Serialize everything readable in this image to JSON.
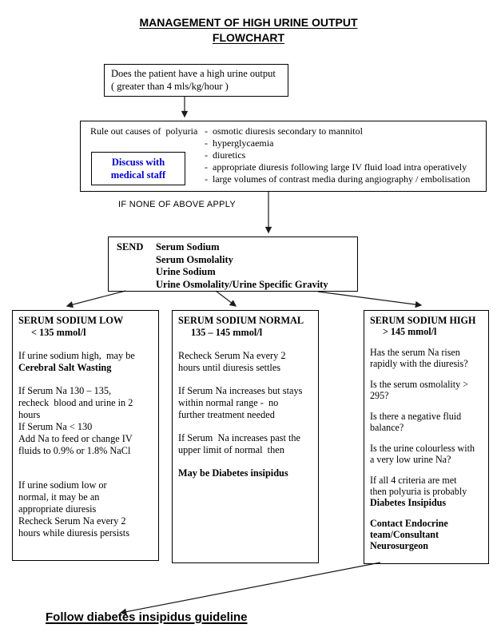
{
  "title": {
    "line1": "MANAGEMENT OF HIGH URINE OUTPUT",
    "line2": "FLOWCHART"
  },
  "question_box": {
    "line1": "Does the patient have a high urine output",
    "line2": "( greater than 4 mls/kg/hour )"
  },
  "rule_out_box": {
    "label": "Rule out causes of  polyuria",
    "causes": [
      "-  osmotic diuresis secondary to mannitol",
      "-  hyperglycaemia",
      "-  diuretics",
      "-  appropriate diuresis following large IV fluid load intra operatively",
      "-  large volumes of contrast media during angiography / embolisation"
    ],
    "discuss_box": {
      "line1": "Discuss with",
      "line2": "medical staff"
    }
  },
  "if_none_label": "IF NONE OF ABOVE APPLY",
  "send_box": {
    "label": "SEND",
    "tests": [
      "Serum Sodium",
      "Serum Osmolality",
      "Urine Sodium",
      "Urine Osmolality/Urine Specific Gravity"
    ]
  },
  "columns": {
    "low": {
      "title": "SERUM SODIUM LOW",
      "subtitle": "< 135 mmol/l",
      "lines": [
        {
          "t": "If urine sodium high,  may be"
        },
        {
          "t": "Cerebral Salt Wasting",
          "b": 1
        },
        {
          "t": "If Serum Na 130 – 135,",
          "gap": 1
        },
        {
          "t": "recheck  blood and urine in 2"
        },
        {
          "t": "hours"
        },
        {
          "t": "If Serum Na < 130"
        },
        {
          "t": "Add Na to feed or change IV"
        },
        {
          "t": "fluids to 0.9% or 1.8% NaCl"
        },
        {
          "t": "If urine sodium low or",
          "gap": 2
        },
        {
          "t": "normal, it may be an"
        },
        {
          "t": "appropriate diuresis"
        },
        {
          "t": "Recheck Serum Na every 2"
        },
        {
          "t": "hours while diuresis persists"
        }
      ]
    },
    "normal": {
      "title": "SERUM SODIUM NORMAL",
      "subtitle": "135 – 145 mmol/l",
      "lines": [
        {
          "t": "Recheck Serum Na every 2"
        },
        {
          "t": "hours until diuresis settles"
        },
        {
          "t": "If Serum Na increases but stays",
          "gap": 1
        },
        {
          "t": "within normal range -  no"
        },
        {
          "t": "further treatment needed"
        },
        {
          "t": "If Serum  Na increases past the",
          "gap": 1
        },
        {
          "t": "upper limit of normal  then"
        },
        {
          "t": "May be Diabetes insipidus",
          "b": 1,
          "gap": 1
        }
      ]
    },
    "high": {
      "title": "SERUM SODIUM HIGH",
      "subtitle": "> 145 mmol/l",
      "lines": [
        {
          "t": "Has the serum Na risen"
        },
        {
          "t": "rapidly with the diuresis?"
        },
        {
          "t": "Is the serum osmolality >",
          "gap": 1
        },
        {
          "t": "295?"
        },
        {
          "t": "Is there a negative fluid",
          "gap": 1
        },
        {
          "t": "balance?"
        },
        {
          "t": "Is the urine colourless with",
          "gap": 1
        },
        {
          "t": "a very low urine Na?"
        },
        {
          "t": "If all 4 criteria are met",
          "gap": 1
        },
        {
          "t": "then polyuria is probably"
        },
        {
          "t": "Diabetes Insipidus",
          "b": 1
        },
        {
          "t": "Contact Endocrine",
          "b": 1,
          "gap": 1
        },
        {
          "t": "team/Consultant",
          "b": 1
        },
        {
          "t": "Neurosurgeon",
          "b": 1
        }
      ]
    }
  },
  "footer": {
    "guideline": "Follow diabetes insipidus guideline"
  },
  "colors": {
    "discuss_text": "#0000cc",
    "border": "#000000",
    "background": "#ffffff"
  }
}
